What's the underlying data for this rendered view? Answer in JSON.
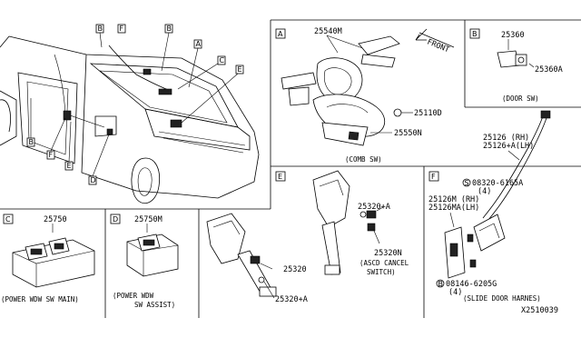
{
  "diagram": {
    "id": "X2510039",
    "front_label": "FRONT",
    "section_letters": {
      "A": "A",
      "B": "B",
      "C": "C",
      "D": "D",
      "E": "E",
      "F": "F"
    },
    "vehicle_callouts": [
      "B",
      "F",
      "B",
      "A",
      "C",
      "E",
      "B",
      "F",
      "E",
      "D"
    ],
    "parts": {
      "comb_sw": "25540M",
      "comb_screw": "25110D",
      "comb_body": "25550N",
      "door_sw": "25360",
      "door_sw_screw": "25360A",
      "pw_main": "25750",
      "pw_assist": "25750M",
      "stop_lamp_sw": "25320",
      "stop_lamp_sw_a": "25320+A",
      "ascd_upper": "25320+A",
      "ascd_cancel": "25320N",
      "harness_rh": "25126  (RH)",
      "harness_lh": "25126+A(LH)",
      "harness_m_rh": "25126M  (RH)",
      "harness_m_lh": "25126MA(LH)",
      "screw_s": "08320-6165A",
      "screw_s_qty": "(4)",
      "bolt_b": "08146-6205G",
      "bolt_b_qty": "(4)"
    },
    "captions": {
      "comb_sw": "(COMB SW)",
      "door_sw": "(DOOR SW)",
      "pw_main": "(POWER WDW SW MAIN)",
      "pw_assist_1": "(POWER WDW",
      "pw_assist_2": "SW ASSIST)",
      "ascd_1": "(ASCD CANCEL",
      "ascd_2": "SWITCH)",
      "slide_door": "(SLIDE DOOR HARNES)"
    },
    "symbols": {
      "screw_symbol": "S",
      "bolt_symbol": "B"
    }
  }
}
